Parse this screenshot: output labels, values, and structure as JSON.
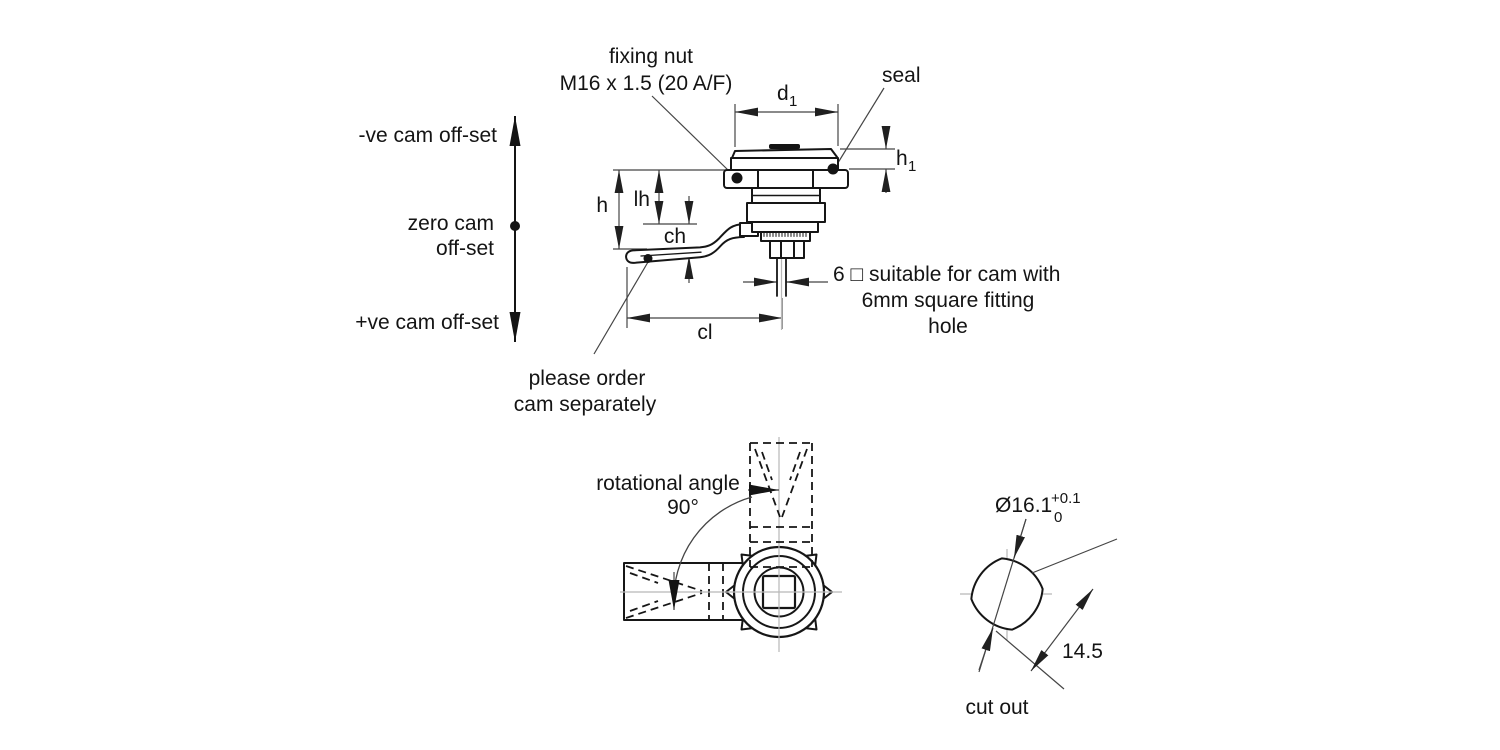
{
  "colors": {
    "outline": "#161616",
    "dimension_lines": "#454545",
    "center_lines": "#b8b8b8",
    "background": "#ffffff"
  },
  "side_view": {
    "callouts": {
      "fixing_nut_line1": "fixing nut",
      "fixing_nut_line2": "M16 x 1.5 (20 A/F)",
      "seal": "seal",
      "square_note_line1": "6 □ suitable for cam with",
      "square_note_line2": "6mm square fitting",
      "square_note_line3": "hole",
      "order_note_line1": "please order",
      "order_note_line2": "cam separately"
    },
    "dims": {
      "d1_base": "d",
      "d1_sub": "1",
      "h1_base": "h",
      "h1_sub": "1",
      "h": "h",
      "lh": "lh",
      "ch": "ch",
      "cl": "cl"
    },
    "offsets": {
      "negative": "-ve cam off-set",
      "zero_line1": "zero cam",
      "zero_line2": "off-set",
      "positive": "+ve cam off-set"
    }
  },
  "bottom_view": {
    "rotation_line1": "rotational angle",
    "rotation_line2": "90°"
  },
  "cutout_view": {
    "diameter": "Ø16.1",
    "tolerance_upper": "+0.1",
    "tolerance_lower": "0",
    "across_flats": "14.5",
    "caption": "cut out"
  }
}
